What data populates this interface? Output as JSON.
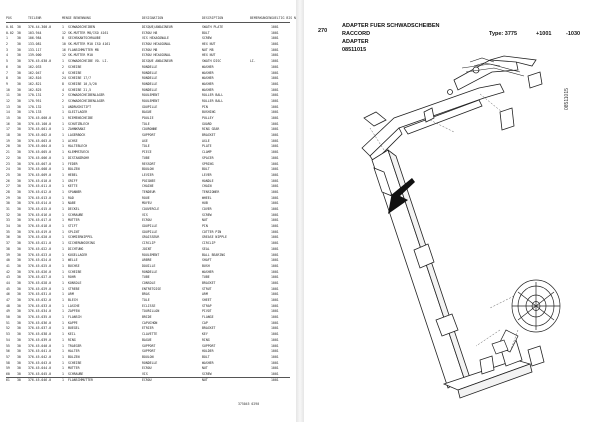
{
  "left_page": {
    "header": {
      "cols": [
        "POS",
        "TEILENR",
        "MENGE BENENNUNG",
        "DESIGNATION",
        "DESCRIPTION",
        "BEMERKUNGEN",
        "GUELTIG BIS NR"
      ]
    },
    "rows": [
      {
        "pos": "0.01",
        "q": "30",
        "nr": "376.44.300.0",
        "m": "1",
        "name": "SCHWADSCHEIBEN",
        "des": "DISQUE/ANDAINEUR",
        "desc": "SWATH PLATE",
        "rem": "",
        "code": "1001"
      },
      {
        "pos": "0.02",
        "q": "30",
        "nr": "103.944",
        "m": "12",
        "name": "SK-MUTTER M8/ISO 4161",
        "des": "ECROU H8",
        "desc": "BOLT",
        "rem": "",
        "code": "1001"
      },
      {
        "pos": "1",
        "q": "30",
        "nr": "106.984",
        "m": "8",
        "name": "SECHSKANTSCHRAUBE",
        "des": "VIS HEXAGONALE",
        "desc": "SCREW",
        "rem": "",
        "code": "1001"
      },
      {
        "pos": "2",
        "q": "30",
        "nr": "133.081",
        "m": "10",
        "name": "SK-MUTTER M10 ISO 4161",
        "des": "ECROU HEXAGONAL",
        "desc": "HEX NUT",
        "rem": "",
        "code": "1001"
      },
      {
        "pos": "3",
        "q": "30",
        "nr": "133.117",
        "m": "16",
        "name": "FLANSCHMUTTER M8",
        "des": "ECROU M8",
        "desc": "NUT M8",
        "rem": "",
        "code": "1001"
      },
      {
        "pos": "4",
        "q": "30",
        "nr": "139.000",
        "m": "12",
        "name": "SK-MUTTER M10",
        "des": "ECROU HEXAGONAL",
        "desc": "HEX NUT",
        "rem": "",
        "code": "1001"
      },
      {
        "pos": "5",
        "q": "30",
        "nr": "376.45.030.0",
        "m": "1",
        "name": "SCHWADSCHEIBE VO. LI.",
        "des": "DISQUE ANDAINEUR",
        "desc": "SWATH DISC",
        "rem": "LI.",
        "code": "1001"
      },
      {
        "pos": "6",
        "q": "30",
        "nr": "162.033",
        "m": "2",
        "name": "SCHEIBE",
        "des": "RONDELLE",
        "desc": "WASHER",
        "rem": "",
        "code": "1001"
      },
      {
        "pos": "7",
        "q": "30",
        "nr": "162.047",
        "m": "4",
        "name": "SCHEIBE",
        "des": "RONDELLE",
        "desc": "WASHER",
        "rem": "",
        "code": "1001"
      },
      {
        "pos": "8",
        "q": "30",
        "nr": "162.816",
        "m": "24",
        "name": "SCHEIBE 17/7",
        "des": "RONDELLE",
        "desc": "WASHER",
        "rem": "",
        "code": "1001"
      },
      {
        "pos": "9",
        "q": "30",
        "nr": "162.821",
        "m": "8",
        "name": "SCHEIBE 10,5/20",
        "des": "RONDELLE",
        "desc": "WASHER",
        "rem": "",
        "code": "1001"
      },
      {
        "pos": "10",
        "q": "30",
        "nr": "162.825",
        "m": "4",
        "name": "SCHEIBE 21,5",
        "des": "RONDELLE",
        "desc": "WASHER",
        "rem": "",
        "code": "1001"
      },
      {
        "pos": "11",
        "q": "30",
        "nr": "170.131",
        "m": "2",
        "name": "SCHWADSCHEIBENLAGER",
        "des": "ROULEMENT",
        "desc": "ROLLER BALL",
        "rem": "",
        "code": "1001"
      },
      {
        "pos": "12",
        "q": "30",
        "nr": "170.951",
        "m": "2",
        "name": "SCHWADSCHEIBENLAGER",
        "des": "ROULEMENT",
        "desc": "ROLLER BALL",
        "rem": "",
        "code": "1001"
      },
      {
        "pos": "13",
        "q": "30",
        "nr": "170.132",
        "m": "1",
        "name": "ANDRUCKSTIFT",
        "des": "GOUPILLE",
        "desc": "PIN",
        "rem": "",
        "code": "1001"
      },
      {
        "pos": "14",
        "q": "30",
        "nr": "170.133",
        "m": "1",
        "name": "GLEITLAGER",
        "des": "BAGUE",
        "desc": "BUSHING",
        "rem": "",
        "code": "1001"
      },
      {
        "pos": "15",
        "q": "30",
        "nr": "376.45.000.0",
        "m": "1",
        "name": "RIEMENSCHEIBE",
        "des": "POULIE",
        "desc": "PULLEY",
        "rem": "",
        "code": "1001"
      },
      {
        "pos": "16",
        "q": "30",
        "nr": "376.45.100.0",
        "m": "1",
        "name": "SCHUTZBLECH",
        "des": "TOLE",
        "desc": "GUARD",
        "rem": "",
        "code": "1001"
      },
      {
        "pos": "17",
        "q": "30",
        "nr": "376.45.001.0",
        "m": "1",
        "name": "ZAHNKRANZ",
        "des": "COURONNE",
        "desc": "RING GEAR",
        "rem": "",
        "code": "1001"
      },
      {
        "pos": "18",
        "q": "30",
        "nr": "376.45.002.0",
        "m": "1",
        "name": "LAGERBOCK",
        "des": "SUPPORT",
        "desc": "BRACKET",
        "rem": "",
        "code": "1001"
      },
      {
        "pos": "19",
        "q": "30",
        "nr": "376.45.003.0",
        "m": "1",
        "name": "ACHSE",
        "des": "AXE",
        "desc": "AXLE",
        "rem": "",
        "code": "1001"
      },
      {
        "pos": "20",
        "q": "30",
        "nr": "376.45.004.0",
        "m": "1",
        "name": "HALTEBLECH",
        "des": "TOLE",
        "desc": "PLATE",
        "rem": "",
        "code": "1001"
      },
      {
        "pos": "21",
        "q": "30",
        "nr": "376.45.005.0",
        "m": "1",
        "name": "KLEMMSTUECK",
        "des": "PIECE",
        "desc": "CLAMP",
        "rem": "",
        "code": "1001"
      },
      {
        "pos": "22",
        "q": "30",
        "nr": "376.45.006.0",
        "m": "1",
        "name": "DISTANZROHR",
        "des": "TUBE",
        "desc": "SPACER",
        "rem": "",
        "code": "1001"
      },
      {
        "pos": "23",
        "q": "30",
        "nr": "376.45.007.0",
        "m": "1",
        "name": "FEDER",
        "des": "RESSORT",
        "desc": "SPRING",
        "rem": "",
        "code": "1001"
      },
      {
        "pos": "24",
        "q": "30",
        "nr": "376.45.008.0",
        "m": "1",
        "name": "BOLZEN",
        "des": "BOULON",
        "desc": "BOLT",
        "rem": "",
        "code": "1001"
      },
      {
        "pos": "25",
        "q": "30",
        "nr": "376.45.009.0",
        "m": "1",
        "name": "HEBEL",
        "des": "LEVIER",
        "desc": "LEVER",
        "rem": "",
        "code": "1001"
      },
      {
        "pos": "26",
        "q": "30",
        "nr": "376.45.010.0",
        "m": "1",
        "name": "GRIFF",
        "des": "POIGNEE",
        "desc": "HANDLE",
        "rem": "",
        "code": "1001"
      },
      {
        "pos": "27",
        "q": "30",
        "nr": "376.45.011.0",
        "m": "1",
        "name": "KETTE",
        "des": "CHAINE",
        "desc": "CHAIN",
        "rem": "",
        "code": "1001"
      },
      {
        "pos": "28",
        "q": "30",
        "nr": "376.45.012.0",
        "m": "1",
        "name": "SPANNER",
        "des": "TENDEUR",
        "desc": "TENSIONER",
        "rem": "",
        "code": "1001"
      },
      {
        "pos": "29",
        "q": "30",
        "nr": "376.45.013.0",
        "m": "1",
        "name": "RAD",
        "des": "ROUE",
        "desc": "WHEEL",
        "rem": "",
        "code": "1001"
      },
      {
        "pos": "30",
        "q": "30",
        "nr": "376.45.014.0",
        "m": "1",
        "name": "NABE",
        "des": "MOYEU",
        "desc": "HUB",
        "rem": "",
        "code": "1001"
      },
      {
        "pos": "31",
        "q": "30",
        "nr": "376.45.015.0",
        "m": "1",
        "name": "DECKEL",
        "des": "COUVERCLE",
        "desc": "COVER",
        "rem": "",
        "code": "1001"
      },
      {
        "pos": "32",
        "q": "30",
        "nr": "376.45.016.0",
        "m": "1",
        "name": "SCHRAUBE",
        "des": "VIS",
        "desc": "SCREW",
        "rem": "",
        "code": "1001"
      },
      {
        "pos": "33",
        "q": "30",
        "nr": "376.45.017.0",
        "m": "1",
        "name": "MUTTER",
        "des": "ECROU",
        "desc": "NUT",
        "rem": "",
        "code": "1001"
      },
      {
        "pos": "34",
        "q": "30",
        "nr": "376.45.018.0",
        "m": "1",
        "name": "STIFT",
        "des": "GOUPILLE",
        "desc": "PIN",
        "rem": "",
        "code": "1001"
      },
      {
        "pos": "35",
        "q": "30",
        "nr": "376.45.019.0",
        "m": "1",
        "name": "SPLINT",
        "des": "GOUPILLE",
        "desc": "COTTER PIN",
        "rem": "",
        "code": "1001"
      },
      {
        "pos": "36",
        "q": "30",
        "nr": "376.45.020.0",
        "m": "1",
        "name": "SCHMIERNIPPEL",
        "des": "GRAISSEUR",
        "desc": "GREASE NIPPLE",
        "rem": "",
        "code": "1001"
      },
      {
        "pos": "37",
        "q": "30",
        "nr": "376.45.021.0",
        "m": "1",
        "name": "SICHERUNGSRING",
        "des": "CIRCLIP",
        "desc": "CIRCLIP",
        "rem": "",
        "code": "1001"
      },
      {
        "pos": "38",
        "q": "30",
        "nr": "376.45.022.0",
        "m": "1",
        "name": "DICHTUNG",
        "des": "JOINT",
        "desc": "SEAL",
        "rem": "",
        "code": "1001"
      },
      {
        "pos": "39",
        "q": "30",
        "nr": "376.45.023.0",
        "m": "1",
        "name": "KUGELLAGER",
        "des": "ROULEMENT",
        "desc": "BALL BEARING",
        "rem": "",
        "code": "1001"
      },
      {
        "pos": "40",
        "q": "30",
        "nr": "376.45.024.0",
        "m": "1",
        "name": "WELLE",
        "des": "ARBRE",
        "desc": "SHAFT",
        "rem": "",
        "code": "1001"
      },
      {
        "pos": "41",
        "q": "30",
        "nr": "376.45.025.0",
        "m": "1",
        "name": "BUCHSE",
        "des": "DOUILLE",
        "desc": "BUSH",
        "rem": "",
        "code": "1001"
      },
      {
        "pos": "42",
        "q": "30",
        "nr": "376.45.026.0",
        "m": "1",
        "name": "SCHEIBE",
        "des": "RONDELLE",
        "desc": "WASHER",
        "rem": "",
        "code": "1001"
      },
      {
        "pos": "43",
        "q": "30",
        "nr": "376.45.027.0",
        "m": "1",
        "name": "ROHR",
        "des": "TUBE",
        "desc": "TUBE",
        "rem": "",
        "code": "1001"
      },
      {
        "pos": "44",
        "q": "30",
        "nr": "376.45.028.0",
        "m": "1",
        "name": "KONSOLE",
        "des": "CONSOLE",
        "desc": "BRACKET",
        "rem": "",
        "code": "1001"
      },
      {
        "pos": "45",
        "q": "30",
        "nr": "376.45.029.0",
        "m": "1",
        "name": "STREBE",
        "des": "ENTRETOISE",
        "desc": "STRUT",
        "rem": "",
        "code": "1001"
      },
      {
        "pos": "46",
        "q": "30",
        "nr": "376.45.031.0",
        "m": "1",
        "name": "ARM",
        "des": "BRAS",
        "desc": "ARM",
        "rem": "",
        "code": "1001"
      },
      {
        "pos": "47",
        "q": "30",
        "nr": "376.45.032.0",
        "m": "1",
        "name": "BLECH",
        "des": "TOLE",
        "desc": "SHEET",
        "rem": "",
        "code": "1001"
      },
      {
        "pos": "48",
        "q": "30",
        "nr": "376.45.033.0",
        "m": "1",
        "name": "LASCHE",
        "des": "ECLISSE",
        "desc": "STRAP",
        "rem": "",
        "code": "1001"
      },
      {
        "pos": "49",
        "q": "30",
        "nr": "376.45.034.0",
        "m": "1",
        "name": "ZAPFEN",
        "des": "TOURILLON",
        "desc": "PIVOT",
        "rem": "",
        "code": "1001"
      },
      {
        "pos": "50",
        "q": "30",
        "nr": "376.45.035.0",
        "m": "1",
        "name": "FLANSCH",
        "des": "BRIDE",
        "desc": "FLANGE",
        "rem": "",
        "code": "1001"
      },
      {
        "pos": "51",
        "q": "30",
        "nr": "376.45.036.0",
        "m": "1",
        "name": "KAPPE",
        "des": "CAPUCHON",
        "desc": "CAP",
        "rem": "",
        "code": "1001"
      },
      {
        "pos": "52",
        "q": "30",
        "nr": "376.45.037.0",
        "m": "1",
        "name": "BUEGEL",
        "des": "ETRIER",
        "desc": "BRACKET",
        "rem": "",
        "code": "1001"
      },
      {
        "pos": "53",
        "q": "30",
        "nr": "376.45.038.0",
        "m": "1",
        "name": "KEIL",
        "des": "CLAVETTE",
        "desc": "KEY",
        "rem": "",
        "code": "1001"
      },
      {
        "pos": "54",
        "q": "30",
        "nr": "376.45.039.0",
        "m": "1",
        "name": "RING",
        "des": "BAGUE",
        "desc": "RING",
        "rem": "",
        "code": "1001"
      },
      {
        "pos": "55",
        "q": "30",
        "nr": "376.45.040.0",
        "m": "1",
        "name": "TRAEGER",
        "des": "SUPPORT",
        "desc": "SUPPORT",
        "rem": "",
        "code": "1001"
      },
      {
        "pos": "56",
        "q": "30",
        "nr": "376.45.041.0",
        "m": "1",
        "name": "HALTER",
        "des": "SUPPORT",
        "desc": "HOLDER",
        "rem": "",
        "code": "1001"
      },
      {
        "pos": "57",
        "q": "30",
        "nr": "376.45.042.0",
        "m": "1",
        "name": "BOLZEN",
        "des": "BOULON",
        "desc": "BOLT",
        "rem": "",
        "code": "1001"
      },
      {
        "pos": "58",
        "q": "30",
        "nr": "376.45.043.0",
        "m": "1",
        "name": "SCHEIBE",
        "des": "RONDELLE",
        "desc": "WASHER",
        "rem": "",
        "code": "1001"
      },
      {
        "pos": "59",
        "q": "30",
        "nr": "376.45.044.0",
        "m": "1",
        "name": "MUTTER",
        "des": "ECROU",
        "desc": "NUT",
        "rem": "",
        "code": "1001"
      },
      {
        "pos": "60",
        "q": "30",
        "nr": "376.45.045.0",
        "m": "1",
        "name": "SCHRAUBE",
        "des": "VIS",
        "desc": "SCREW",
        "rem": "",
        "code": "1001"
      },
      {
        "pos": "61",
        "q": "30",
        "nr": "376.45.046.0",
        "m": "1",
        "name": "FLANSCHMUTTER",
        "des": "ECROU",
        "desc": "NUT",
        "rem": "",
        "code": "1001"
      }
    ],
    "footer_code": "375045 0290"
  },
  "right_page": {
    "page_number": "270",
    "title_de": "ADAPTER FUER SCHWADSCHEIBEN",
    "title_fr": "RACCORD",
    "title_en": "ADAPTER",
    "part_no": "08511015",
    "type_label": "Type: 3775",
    "range_from": "+1001",
    "range_to": "-1030",
    "side_code": "08511015"
  }
}
